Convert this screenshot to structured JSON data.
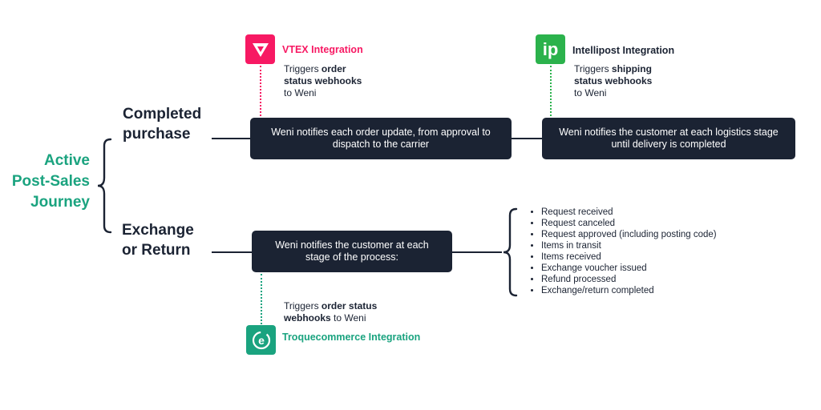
{
  "journey": {
    "title_lines": [
      "Active",
      "Post-Sales",
      "Journey"
    ]
  },
  "branches": [
    {
      "title_lines": [
        "Completed",
        "purchase"
      ],
      "boxes": [
        "Weni notifies each order update, from approval to dispatch to the carrier",
        "Weni notifies the customer at each logistics stage until delivery is completed"
      ]
    },
    {
      "title_lines": [
        "Exchange",
        "or Return"
      ],
      "boxes": [
        "Weni notifies the customer at each stage of the process:"
      ],
      "stages": [
        "Request received",
        "Request canceled",
        "Request approved (including posting code)",
        "Items in transit",
        "Items received",
        "Exchange voucher issued",
        "Refund processed",
        "Exchange/return completed"
      ]
    }
  ],
  "integrations": {
    "vtex": {
      "label": "VTEX Integration",
      "color": "#f71963",
      "note_prefix": "Triggers ",
      "note_bold": "order status webhooks",
      "note_suffix": " to Weni"
    },
    "intellipost": {
      "label": "Intellipost Integration",
      "logo_text": "ip",
      "color": "#2bb24c",
      "note_prefix": "Triggers ",
      "note_bold": "shipping status webhooks",
      "note_suffix": " to Weni"
    },
    "troquecommerce": {
      "label": "Troquecommerce Integration",
      "logo_text": "e",
      "color": "#1aa37f",
      "note_prefix": "Triggers ",
      "note_bold": "order status webhooks",
      "note_suffix": " to Weni"
    }
  }
}
